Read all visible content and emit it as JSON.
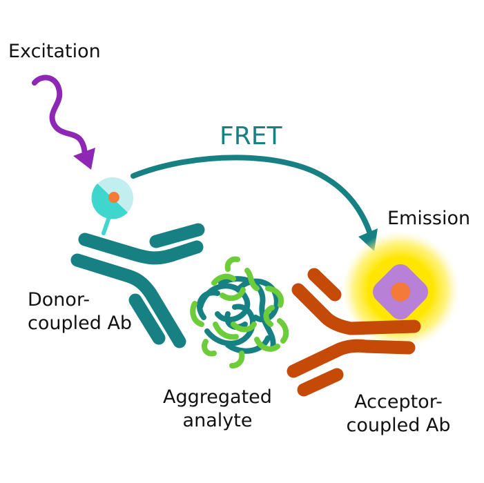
{
  "labels": {
    "excitation": "Excitation",
    "fret": "FRET",
    "emission": "Emission",
    "donor_line1": "Donor-",
    "donor_line2": "coupled Ab",
    "aggregated_line1": "Aggregated",
    "aggregated_line2": "analyte",
    "acceptor_line1": "Acceptor-",
    "acceptor_line2": "coupled Ab"
  },
  "colors": {
    "teal": "#178083",
    "purple": "#8e27b4",
    "orange": "#c54a08",
    "green": "#6ccc3a",
    "donor_light": "#c2eef0",
    "donor_dark": "#3ed6cd",
    "acceptor_square": "#b880d6",
    "core": "#f47a38",
    "glow": "#ffe600"
  },
  "icons": {
    "excitation_arrow": "wavy-arrow-icon",
    "donor_fluorophore": "donor-fluorophore-icon",
    "acceptor_fluorophore": "acceptor-fluorophore-icon"
  }
}
